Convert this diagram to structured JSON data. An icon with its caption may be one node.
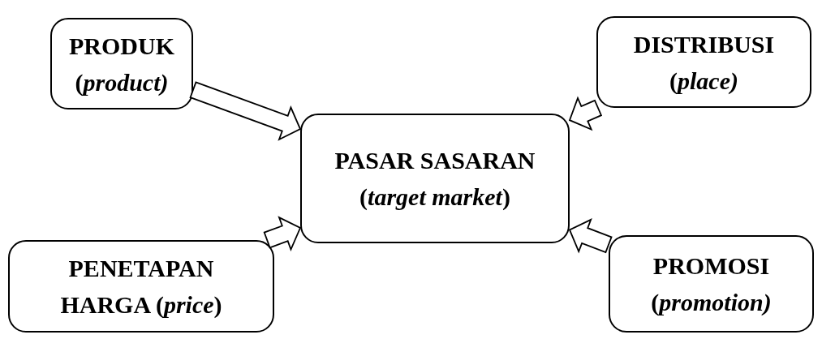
{
  "diagram": {
    "nodes": [
      {
        "text": [
          "PRODUK (*product)*"
        ]
      },
      {
        "text": [
          "DISTRIBUSI (*place)*"
        ]
      },
      {
        "text": [
          "PASAR SASARAN (*target market*)"
        ]
      },
      {
        "text": [
          "PENETAPAN HARGA (*price*)"
        ]
      },
      {
        "text": [
          "PROMOSI (*promotion)*"
        ]
      }
    ],
    "edges": [
      {
        "from": 0,
        "to": 2,
        "arrow": "to"
      },
      {
        "from": 1,
        "to": 2,
        "arrow": "to"
      },
      {
        "from": 3,
        "to": 2,
        "arrow": "to"
      },
      {
        "from": 4,
        "to": 2,
        "arrow": "to"
      }
    ]
  }
}
